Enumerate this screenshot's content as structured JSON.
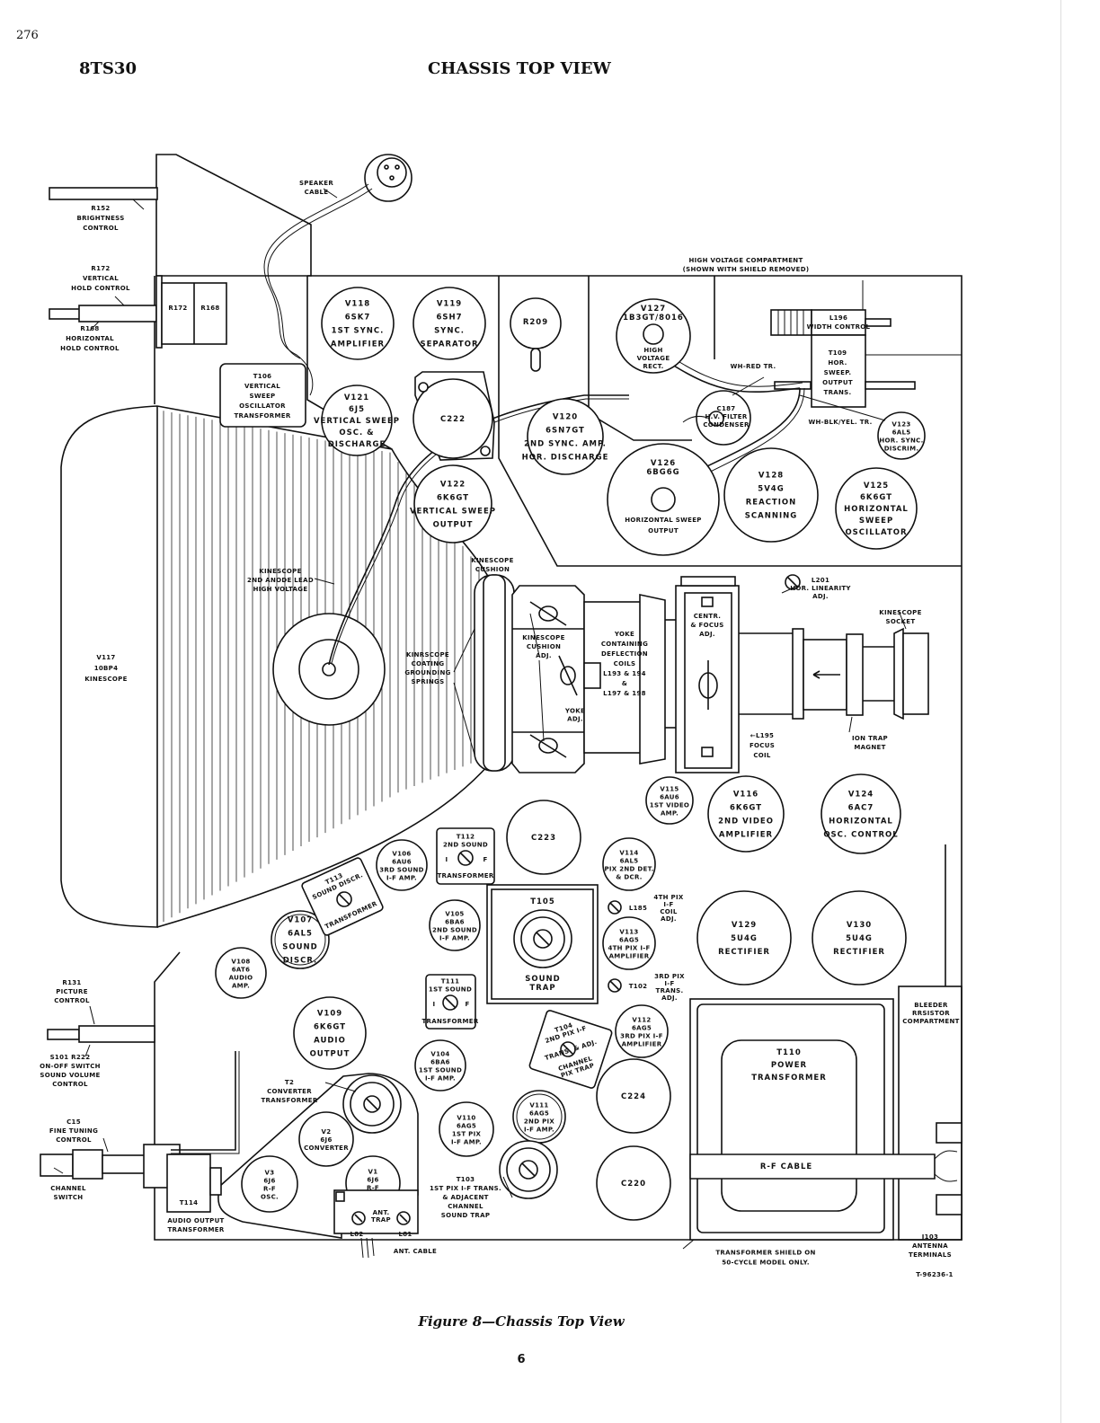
{
  "header": {
    "page_number": "276",
    "model": "8TS30",
    "title": "CHASSIS TOP VIEW"
  },
  "footer": {
    "caption": "Figure 8—Chassis Top View",
    "folio": "6",
    "drawing_number": "T-96236-1"
  },
  "tubes": [
    {
      "id": "V118",
      "lines": [
        "V118",
        "6SK7",
        "1ST SYNC.",
        "AMPLIFIER"
      ]
    },
    {
      "id": "V119",
      "lines": [
        "V119",
        "6SH7",
        "SYNC.",
        "SEPARATOR"
      ]
    },
    {
      "id": "V121",
      "lines": [
        "V121",
        "6J5",
        "VERTICAL SWEEP",
        "OSC. &",
        "DISCHARGE"
      ]
    },
    {
      "id": "V122",
      "lines": [
        "V122",
        "6K6GT",
        "VERTICAL SWEEP",
        "OUTPUT"
      ]
    },
    {
      "id": "V120",
      "lines": [
        "V120",
        "6SN7GT",
        "2ND SYNC. AMP.",
        "HOR. DISCHARGE"
      ]
    },
    {
      "id": "V127",
      "lines": [
        "V127",
        "1B3GT/8016",
        "HIGH",
        "VOLTAGE",
        "RECT."
      ]
    },
    {
      "id": "V126",
      "lines": [
        "V126",
        "6BG6G",
        "HORIZONTAL SWEEP",
        "OUTPUT"
      ]
    },
    {
      "id": "V128",
      "lines": [
        "V128",
        "5V4G",
        "REACTION",
        "SCANNING"
      ]
    },
    {
      "id": "V125",
      "lines": [
        "V125",
        "6K6GT",
        "HORIZONTAL",
        "SWEEP",
        "OSCILLATOR"
      ]
    },
    {
      "id": "V123",
      "lines": [
        "V123",
        "6AL5",
        "HOR. SYNC.",
        "DISCRIM."
      ]
    },
    {
      "id": "V115",
      "lines": [
        "V115",
        "6AU6",
        "1ST VIDEO",
        "AMP."
      ]
    },
    {
      "id": "V116",
      "lines": [
        "V116",
        "6K6GT",
        "2ND VIDEO",
        "AMPLIFIER"
      ]
    },
    {
      "id": "V124",
      "lines": [
        "V124",
        "6AC7",
        "HORIZONTAL",
        "OSC. CONTROL"
      ]
    },
    {
      "id": "V114",
      "lines": [
        "V114",
        "6AL5",
        "PIX 2ND DET.",
        "& DCR."
      ]
    },
    {
      "id": "V113",
      "lines": [
        "V113",
        "6AG5",
        "4TH PIX I-F",
        "AMPLIFIER"
      ]
    },
    {
      "id": "V112",
      "lines": [
        "V112",
        "6AG5",
        "3RD PIX I-F",
        "AMPLIFIER"
      ]
    },
    {
      "id": "V129",
      "lines": [
        "V129",
        "5U4G",
        "RECTIFIER"
      ]
    },
    {
      "id": "V130",
      "lines": [
        "V130",
        "5U4G",
        "RECTIFIER"
      ]
    },
    {
      "id": "V106",
      "lines": [
        "V106",
        "6AU6",
        "3RD SOUND",
        "I-F AMP."
      ]
    },
    {
      "id": "V105",
      "lines": [
        "V105",
        "6BA6",
        "2ND SOUND",
        "I-F AMP."
      ]
    },
    {
      "id": "V107",
      "lines": [
        "V107",
        "6AL5",
        "SOUND",
        "DISCR."
      ]
    },
    {
      "id": "V108",
      "lines": [
        "V108",
        "6AT6",
        "AUDIO",
        "AMP."
      ]
    },
    {
      "id": "V109",
      "lines": [
        "V109",
        "6K6GT",
        "AUDIO",
        "OUTPUT"
      ]
    },
    {
      "id": "V104",
      "lines": [
        "V104",
        "6BA6",
        "1ST SOUND",
        "I-F AMP."
      ]
    },
    {
      "id": "V111",
      "lines": [
        "V111",
        "6AG5",
        "2ND PIX",
        "I-F AMP."
      ]
    },
    {
      "id": "V110",
      "lines": [
        "V110",
        "6AG5",
        "1ST PIX",
        "I-F AMP."
      ]
    },
    {
      "id": "V2",
      "lines": [
        "V2",
        "6J6",
        "CONVERTER"
      ]
    },
    {
      "id": "V3",
      "lines": [
        "V3",
        "6J6",
        "R-F",
        "OSC."
      ]
    },
    {
      "id": "V1",
      "lines": [
        "V1",
        "6J6",
        "R-F",
        "AMP."
      ]
    }
  ],
  "capacitors": {
    "C222": "C222",
    "C223": "C223",
    "C224": "C224",
    "C220": "C220",
    "R209": "R209"
  },
  "c187": [
    "C187",
    "H.V. FILTER",
    "CONDENSER"
  ],
  "transformers": {
    "T106": [
      "T106",
      "VERTICAL",
      "SWEEP",
      "OSCILLATOR",
      "TRANSFORMER"
    ],
    "T109": [
      "T109",
      "HOR.",
      "SWEEP.",
      "OUTPUT",
      "TRANS."
    ],
    "L196": [
      "L196",
      "WIDTH CONTROL"
    ],
    "T112": [
      "T112",
      "2ND SOUND",
      "I",
      "F",
      "TRANSFORMER"
    ],
    "T111": [
      "T111",
      "1ST SOUND",
      "I",
      "F",
      "TRANSFORMER"
    ],
    "T113": [
      "T113",
      "SOUND DISCR.",
      "TRANSFORMER"
    ],
    "T105": [
      "T105",
      "SOUND",
      "TRAP"
    ],
    "T104": [
      "T104",
      "2ND PIX I-F",
      "TRANS. & ADJ.",
      "CHANNEL",
      "PIX TRAP"
    ],
    "T110": [
      "T110",
      "POWER",
      "TRANSFORMER"
    ],
    "T114": "T114"
  },
  "callouts": {
    "speaker_cable": [
      "SPEAKER",
      "CABLE"
    ],
    "r152": [
      "R152",
      "BRIGHTNESS",
      "CONTROL"
    ],
    "r172": [
      "R172",
      "VERTICAL",
      "HOLD CONTROL"
    ],
    "r168": [
      "R168",
      "HORIZONTAL",
      "HOLD CONTROL"
    ],
    "r172_box": "R172",
    "r168_box": "R168",
    "hv_compartment": [
      "HIGH VOLTAGE COMPARTMENT",
      "(SHOWN WITH SHIELD REMOVED)"
    ],
    "wh_red": "WH-RED TR.",
    "wh_blk": "WH-BLK/YEL. TR.",
    "v117": [
      "V117",
      "10BP4",
      "KINESCOPE"
    ],
    "anode_lead": [
      "KINESCOPE",
      "2ND ANODE LEAD",
      "HIGH VOLTAGE"
    ],
    "kine_cushion": [
      "KINESCOPE",
      "CUSHION"
    ],
    "grounding": [
      "KINRSCOPE",
      "COATING",
      "GROUNDING",
      "SPRINGS"
    ],
    "cushion_adj": [
      "KINESCOPE",
      "CUSHION",
      "ADJ."
    ],
    "yoke_adj": [
      "YOKE",
      "ADJ."
    ],
    "yoke": [
      "YOKE",
      "CONTAINING",
      "DEFLECTION",
      "COILS",
      "L193 & 194",
      "&",
      "L197 & 198"
    ],
    "centr_focus": [
      "CENTR.",
      "& FOCUS",
      "ADJ."
    ],
    "l195": [
      "←L195",
      "FOCUS",
      "COIL"
    ],
    "l201": [
      "L201",
      "HOR. LINEARITY",
      "ADJ."
    ],
    "kine_socket": [
      "KINESCOPE",
      "SOCKET"
    ],
    "ion_trap": [
      "ION TRAP",
      "MAGNET"
    ],
    "l185": [
      "L185",
      "4TH PIX",
      "I-F",
      "COIL",
      "ADJ."
    ],
    "t102": [
      "T102",
      "3RD PIX",
      "I-F",
      "TRANS.",
      "ADJ."
    ],
    "bleeder": [
      "BLEEDER",
      "RRSISTOR",
      "COMPARTMENT"
    ],
    "r131": [
      "R131",
      "PICTURE",
      "CONTROL"
    ],
    "s101": [
      "S101  R222",
      "ON-OFF SWITCH",
      "SOUND VOLUME",
      "CONTROL"
    ],
    "c15": [
      "C15",
      "FINE TUNING",
      "CONTROL"
    ],
    "channel_switch": [
      "CHANNEL",
      "SWITCH"
    ],
    "t2": [
      "T2",
      "CONVERTER",
      "TRANSFORMER"
    ],
    "audio_out": [
      "AUDIO OUTPUT",
      "TRANSFORMER"
    ],
    "ant_trap": [
      "ANT.",
      "TRAP",
      "L82",
      "L81"
    ],
    "ant_cable": "ANT. CABLE",
    "t103": [
      "T103",
      "1ST PIX I-F TRANS.",
      "& ADJACENT",
      "CHANNEL",
      "SOUND TRAP"
    ],
    "rf_cable": "R-F CABLE",
    "j103": [
      "J103",
      "ANTENNA",
      "TERMINALS"
    ],
    "shield_note": [
      "TRANSFORMER SHIELD ON",
      "50-CYCLE MODEL ONLY."
    ]
  }
}
